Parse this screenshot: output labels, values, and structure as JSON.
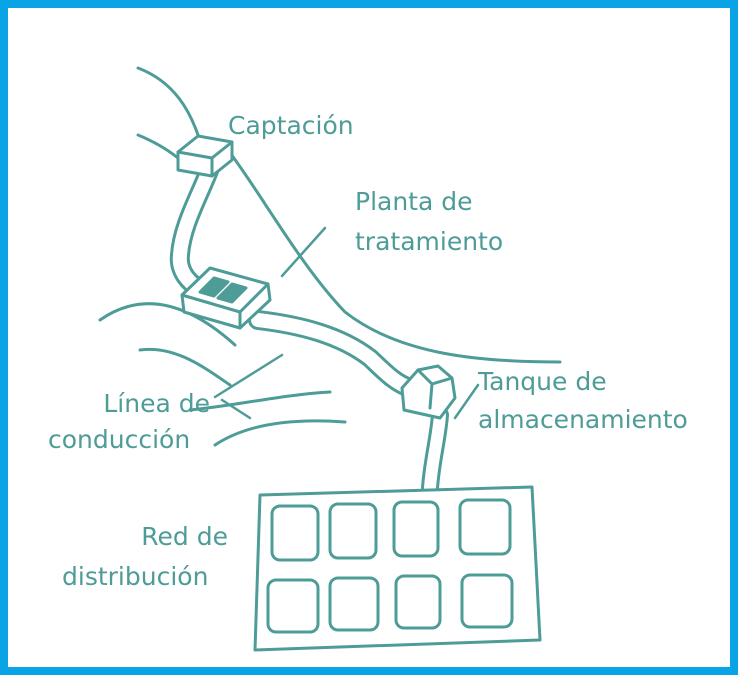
{
  "colors": {
    "frame": "#0aa3e6",
    "ink": "#4e9c98",
    "pipe_fill": "#ffffff",
    "block_fill": "#4e9c98"
  },
  "labels": {
    "captacion": "Captación",
    "planta_line1": "Planta de",
    "planta_line2": "tratamiento",
    "linea_line1": "Línea de",
    "linea_line2": "conducción",
    "tanque_line1": "Tanque de",
    "tanque_line2": "almacenamiento",
    "red_line1": "Red de",
    "red_line2": "distribución"
  }
}
